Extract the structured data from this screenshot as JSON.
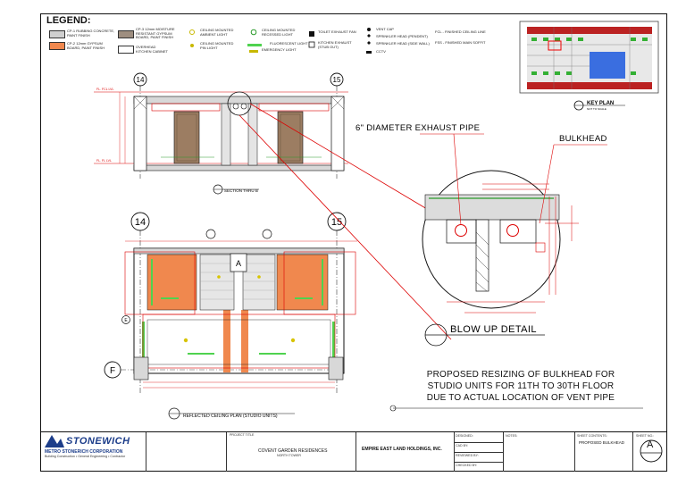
{
  "legend": {
    "title": "LEGEND:",
    "items": [
      {
        "label": "CP-1 RUBBING CONCRETE,\nPAINT FINISH",
        "color": "#cfcfcf"
      },
      {
        "label": "CP-2 12mm GYPSUM\nBOARD, PAINT FINISH",
        "color": "#f0884e"
      },
      {
        "label": "CP-3 12mm MOISTURE\nRESISTANT GYPSUM\nBOARD, PAINT FINISH",
        "color": "#9e8e80"
      },
      {
        "label": "OVERHEAD\nKITCHEN CABINET",
        "color": "#ffffff"
      },
      {
        "label": "CEILING MOUNTED\nAMBIENT LIGHT"
      },
      {
        "label": "CEILING MOUNTED\nPIN LIGHT"
      },
      {
        "label": "CEILING MOUNTED\nRECESSED LIGHT"
      },
      {
        "label": "EMERGENCY LIGHT"
      },
      {
        "label": "FLUORESCENT LIGHT"
      },
      {
        "label": "TOILET EXHAUST FAN"
      },
      {
        "label": "KITCHEN EXHAUST\n(STUB OUT)"
      },
      {
        "label": "VENT CAP"
      },
      {
        "label": "SPRINKLER HEAD (PENDENT)"
      },
      {
        "label": "SPRINKLER HEAD (SIDE WALL)"
      },
      {
        "label": "CCTV"
      },
      {
        "label": "FCL  -  FINISHED CEILING LINE"
      },
      {
        "label": "FSS  -  FINISHED MAIN SOFFIT"
      }
    ]
  },
  "drawing": {
    "keyplan_title": "KEY PLAN",
    "keyplan_scale": "NOT TO SCALE",
    "section_title": "SECTION THRU B",
    "plan_title": "REFLECTED CEILING PLAN (STUDIO UNITS)",
    "blowup_title": "BLOW UP DETAIL",
    "callout_exhaust": "6\" DIAMETER EXHAUST PIPE",
    "callout_bulkhead": "BULKHEAD",
    "grid_14": "14",
    "grid_15": "15",
    "grid_f": "F",
    "grid_e": "E",
    "grid_a": "A",
    "level_fcl": "FL. FCL LVL",
    "level_fl": "FL. FL LVL"
  },
  "note_lines": [
    "PROPOSED RESIZING OF BULKHEAD FOR",
    "STUDIO UNITS FOR 11TH TO 30TH FLOOR",
    "DUE TO ACTUAL LOCATION OF VENT PIPE"
  ],
  "titleblock": {
    "company": "STONEWICH",
    "company_full": "METRO STONERICH CORPORATION",
    "company_sub": "Building Construction • General Engineering • Contractor",
    "project_label": "PROJECT TITLE",
    "project": "COVENT GARDEN RESIDENCES",
    "project_sub": "NORTH TOWER",
    "client": "EMPIRE EAST LAND HOLDINGS, INC.",
    "designed_label": "DESIGNED:",
    "drawn_label": "CAD BY:",
    "reviewed_label": "REVIEWED BY:",
    "checked_label": "CHECKED BY:",
    "notes_label": "NOTES:",
    "sheet_contents_label": "SHEET CONTENTS:",
    "sheet_contents": "PROPOSED BULKHEAD",
    "sheet_no_label": "SHEET NO.:",
    "sheet_no": "A"
  }
}
